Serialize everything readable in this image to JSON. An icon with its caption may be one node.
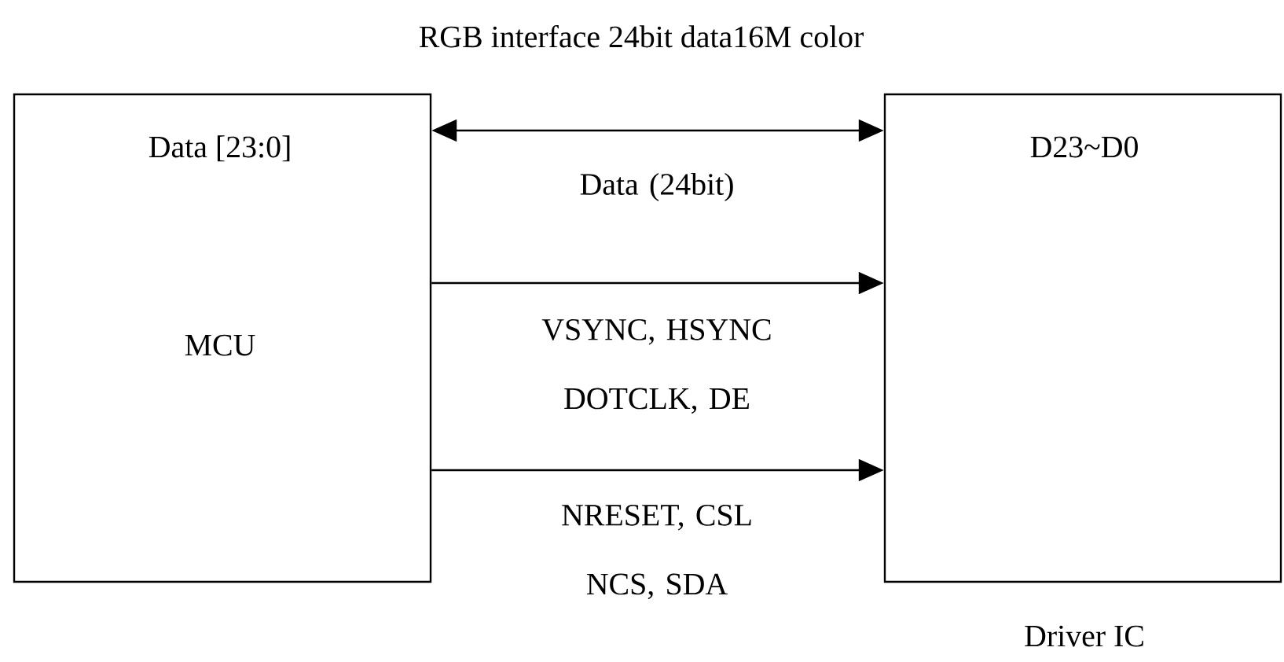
{
  "diagram": {
    "title": "RGB interface 24bit data16M color",
    "nodes": [
      {
        "text": [
          "Data [23:0]",
          "MCU"
        ]
      },
      {
        "text": [
          "D23~D0"
        ],
        "beside": [
          "Driver IC"
        ]
      }
    ],
    "edges": [
      {
        "from": 0,
        "to": 1,
        "arrow": "both",
        "label": "Data (24bit)"
      },
      {
        "from": 0,
        "to": 1,
        "arrow": "to",
        "label": "VSYNC, HSYNC DOTCLK, DE"
      },
      {
        "from": 0,
        "to": 1,
        "arrow": "to",
        "label": "NRESET, CSL NCS, SDA"
      }
    ]
  }
}
